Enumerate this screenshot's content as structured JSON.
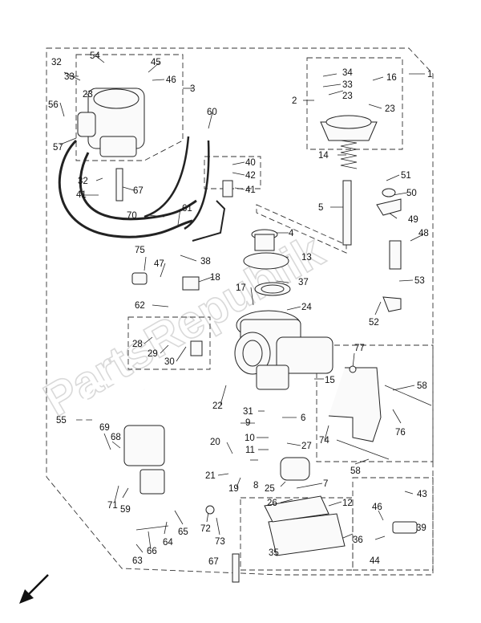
{
  "watermark": "PartsRepublik",
  "callouts": [
    {
      "id": "1",
      "text": "1"
    },
    {
      "id": "2",
      "text": "2"
    },
    {
      "id": "3",
      "text": "3"
    },
    {
      "id": "4",
      "text": "4"
    },
    {
      "id": "5",
      "text": "5"
    },
    {
      "id": "6",
      "text": "6"
    },
    {
      "id": "7",
      "text": "7"
    },
    {
      "id": "8",
      "text": "8"
    },
    {
      "id": "9",
      "text": "9"
    },
    {
      "id": "10",
      "text": "10"
    },
    {
      "id": "11",
      "text": "11"
    },
    {
      "id": "12",
      "text": "12"
    },
    {
      "id": "13",
      "text": "13"
    },
    {
      "id": "14",
      "text": "14"
    },
    {
      "id": "15",
      "text": "15"
    },
    {
      "id": "16",
      "text": "16"
    },
    {
      "id": "17",
      "text": "17"
    },
    {
      "id": "18",
      "text": "18"
    },
    {
      "id": "19",
      "text": "19"
    },
    {
      "id": "20",
      "text": "20"
    },
    {
      "id": "21",
      "text": "21"
    },
    {
      "id": "22",
      "text": "22"
    },
    {
      "id": "23a",
      "text": "23"
    },
    {
      "id": "23b",
      "text": "23"
    },
    {
      "id": "23c",
      "text": "23"
    },
    {
      "id": "24",
      "text": "24"
    },
    {
      "id": "25",
      "text": "25"
    },
    {
      "id": "26",
      "text": "26"
    },
    {
      "id": "27",
      "text": "27"
    },
    {
      "id": "28",
      "text": "28"
    },
    {
      "id": "29",
      "text": "29"
    },
    {
      "id": "30",
      "text": "30"
    },
    {
      "id": "31",
      "text": "31"
    },
    {
      "id": "32a",
      "text": "32"
    },
    {
      "id": "32b",
      "text": "32"
    },
    {
      "id": "33a",
      "text": "33"
    },
    {
      "id": "33b",
      "text": "33"
    },
    {
      "id": "34",
      "text": "34"
    },
    {
      "id": "35",
      "text": "35"
    },
    {
      "id": "36",
      "text": "36"
    },
    {
      "id": "37",
      "text": "37"
    },
    {
      "id": "38",
      "text": "38"
    },
    {
      "id": "39",
      "text": "39"
    },
    {
      "id": "40",
      "text": "40"
    },
    {
      "id": "41a",
      "text": "41"
    },
    {
      "id": "41b",
      "text": "41"
    },
    {
      "id": "42",
      "text": "42"
    },
    {
      "id": "43",
      "text": "43"
    },
    {
      "id": "44",
      "text": "44"
    },
    {
      "id": "45",
      "text": "45"
    },
    {
      "id": "46a",
      "text": "46"
    },
    {
      "id": "46b",
      "text": "46"
    },
    {
      "id": "47",
      "text": "47"
    },
    {
      "id": "48",
      "text": "48"
    },
    {
      "id": "49",
      "text": "49"
    },
    {
      "id": "50",
      "text": "50"
    },
    {
      "id": "51",
      "text": "51"
    },
    {
      "id": "52",
      "text": "52"
    },
    {
      "id": "53",
      "text": "53"
    },
    {
      "id": "54",
      "text": "54"
    },
    {
      "id": "55",
      "text": "55"
    },
    {
      "id": "56",
      "text": "56"
    },
    {
      "id": "57",
      "text": "57"
    },
    {
      "id": "58a",
      "text": "58"
    },
    {
      "id": "58b",
      "text": "58"
    },
    {
      "id": "59",
      "text": "59"
    },
    {
      "id": "60",
      "text": "60"
    },
    {
      "id": "61",
      "text": "61"
    },
    {
      "id": "62",
      "text": "62"
    },
    {
      "id": "63",
      "text": "63"
    },
    {
      "id": "64",
      "text": "64"
    },
    {
      "id": "65",
      "text": "65"
    },
    {
      "id": "66",
      "text": "66"
    },
    {
      "id": "67a",
      "text": "67"
    },
    {
      "id": "67b",
      "text": "67"
    },
    {
      "id": "68",
      "text": "68"
    },
    {
      "id": "69",
      "text": "69"
    },
    {
      "id": "70",
      "text": "70"
    },
    {
      "id": "71",
      "text": "71"
    },
    {
      "id": "72",
      "text": "72"
    },
    {
      "id": "73",
      "text": "73"
    },
    {
      "id": "74",
      "text": "74"
    },
    {
      "id": "75",
      "text": "75"
    },
    {
      "id": "76",
      "text": "76"
    },
    {
      "id": "77",
      "text": "77"
    }
  ]
}
